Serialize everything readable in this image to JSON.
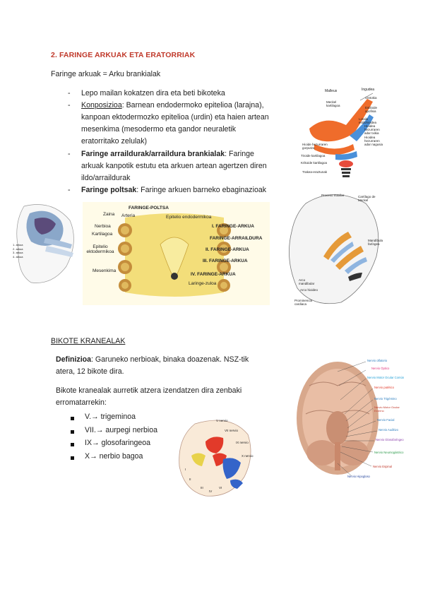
{
  "section1": {
    "heading": "2.  FARINGE ARKUAK ETA ERATORRIAK",
    "intro": "Faringe arkuak = Arku brankialak",
    "bullets": {
      "b1": "Lepo mailan kokatzen dira eta beti bikoteka",
      "b2_term": "Konposizioa",
      "b2_lines": [
        ": Barnean endodermoko epitelioa (larajna),",
        "kanpoan ektodermozko epitelioa (urdin) eta haien artean",
        "mesenkima (mesodermo eta gandor neuraletik",
        "eratorritako zelulak)"
      ],
      "b3_term": "Faringe arraildurak/arraildura brankialak",
      "b3_lines": [
        ": Faringe",
        "arkuak kanpotik estutu eta arkuen artean agertzen diren",
        "ildo/arraildurak"
      ],
      "b4_term": "Faringe poltsak",
      "b4_text": ": Faringe arkuen barneko ebaginazioak"
    }
  },
  "fig_top_right": {
    "labels": [
      "Malleus",
      "Ingudea",
      "Meckel kartilagoa",
      "Ointokia",
      "Estiloide apofisia",
      "Lotailu estilohioidea",
      "Hioidea hezurraren adar txikia",
      "Hioide hezurraren gorputza",
      "Hioidea hezurraren adar nagusia",
      "Tiroide kartilagoa",
      "Krikoide kartilagoa",
      "Trakea-eraztunak"
    ]
  },
  "fig_left": {
    "labels": [
      "1. arkua",
      "2. arkua",
      "3. arkua",
      "4. arkua"
    ]
  },
  "fig_center": {
    "labels": [
      "FARINGE-POLTSA",
      "Zaina",
      "Arteria",
      "Epitelio endodermikoa",
      "Nerbioa",
      "Kartilagoa",
      "I. FARINGE-ARKUA",
      "FARINGE-ARRAILDURA",
      "Epitelio ektodermikoa",
      "II. FARINGE-ARKUA",
      "III. FARINGE-ARKUA",
      "Mesenkima",
      "IV. FARINGE-ARKUA",
      "Laringe-zuloa"
    ]
  },
  "fig_right_embryo": {
    "labels": [
      "Proceso maxilar",
      "Cartílago de Meckel",
      "Mandíbula faríngea",
      "Arco mandibular",
      "Arco hioideo",
      "Prominencia cardiaca"
    ]
  },
  "section2": {
    "heading": "BIKOTE KRANEALAK",
    "def_term": "Definizioa",
    "def_line1": ": Garuneko nerbioak, binaka doazenak. NSZ-tik",
    "def_line2": "atera, 12 bikote dira.",
    "para_line1": "Bikote kranealak aurretik atzera izendatzen dira zenbaki",
    "para_line2": "erromatarrekin:",
    "items": [
      "V.→ trigeminoa",
      "VII.→ aurpegi nerbioa",
      "IX→ glosofaringeoa",
      "X→ nerbio bagoa"
    ]
  },
  "fig_nerves_embryo": {
    "labels": [
      "V nervio",
      "VII nervio",
      "IX nervio",
      "X nervio",
      "I",
      "II",
      "III",
      "IV",
      "VI"
    ]
  },
  "fig_brain": {
    "labels": [
      "Nervio olfatorio",
      "Nervio Óptico",
      "Nervio Motor Ocular Común",
      "Nervio patético",
      "Nervio Trigémino",
      "Nervio Motor Ocular Externo",
      "Nervio Facial",
      "Nervio Auditivo",
      "Nervio Glosofaríngeo",
      "Nervio Neumogástrico",
      "Nervio Espinal",
      "Nervio Hipogloso"
    ],
    "colors": [
      "#2a7dbf",
      "#e0337b",
      "#1f9fd6",
      "#e23a2a",
      "#2a7dbf",
      "#c0392b",
      "#2a7dbf",
      "#2a7dbf",
      "#8e44ad",
      "#2e9b4c",
      "#c0392b",
      "#2a4a9f"
    ]
  }
}
